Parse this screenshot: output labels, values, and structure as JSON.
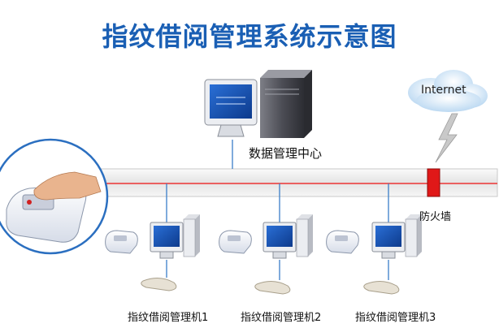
{
  "title": "指纹借阅管理系统示意图",
  "nodes": {
    "internet": "Internet",
    "data_center": "数据管理中心",
    "firewall": "防火墙",
    "stations": [
      "指纹借阅管理机1",
      "指纹借阅管理机2",
      "指纹借阅管理机3"
    ]
  }
}
